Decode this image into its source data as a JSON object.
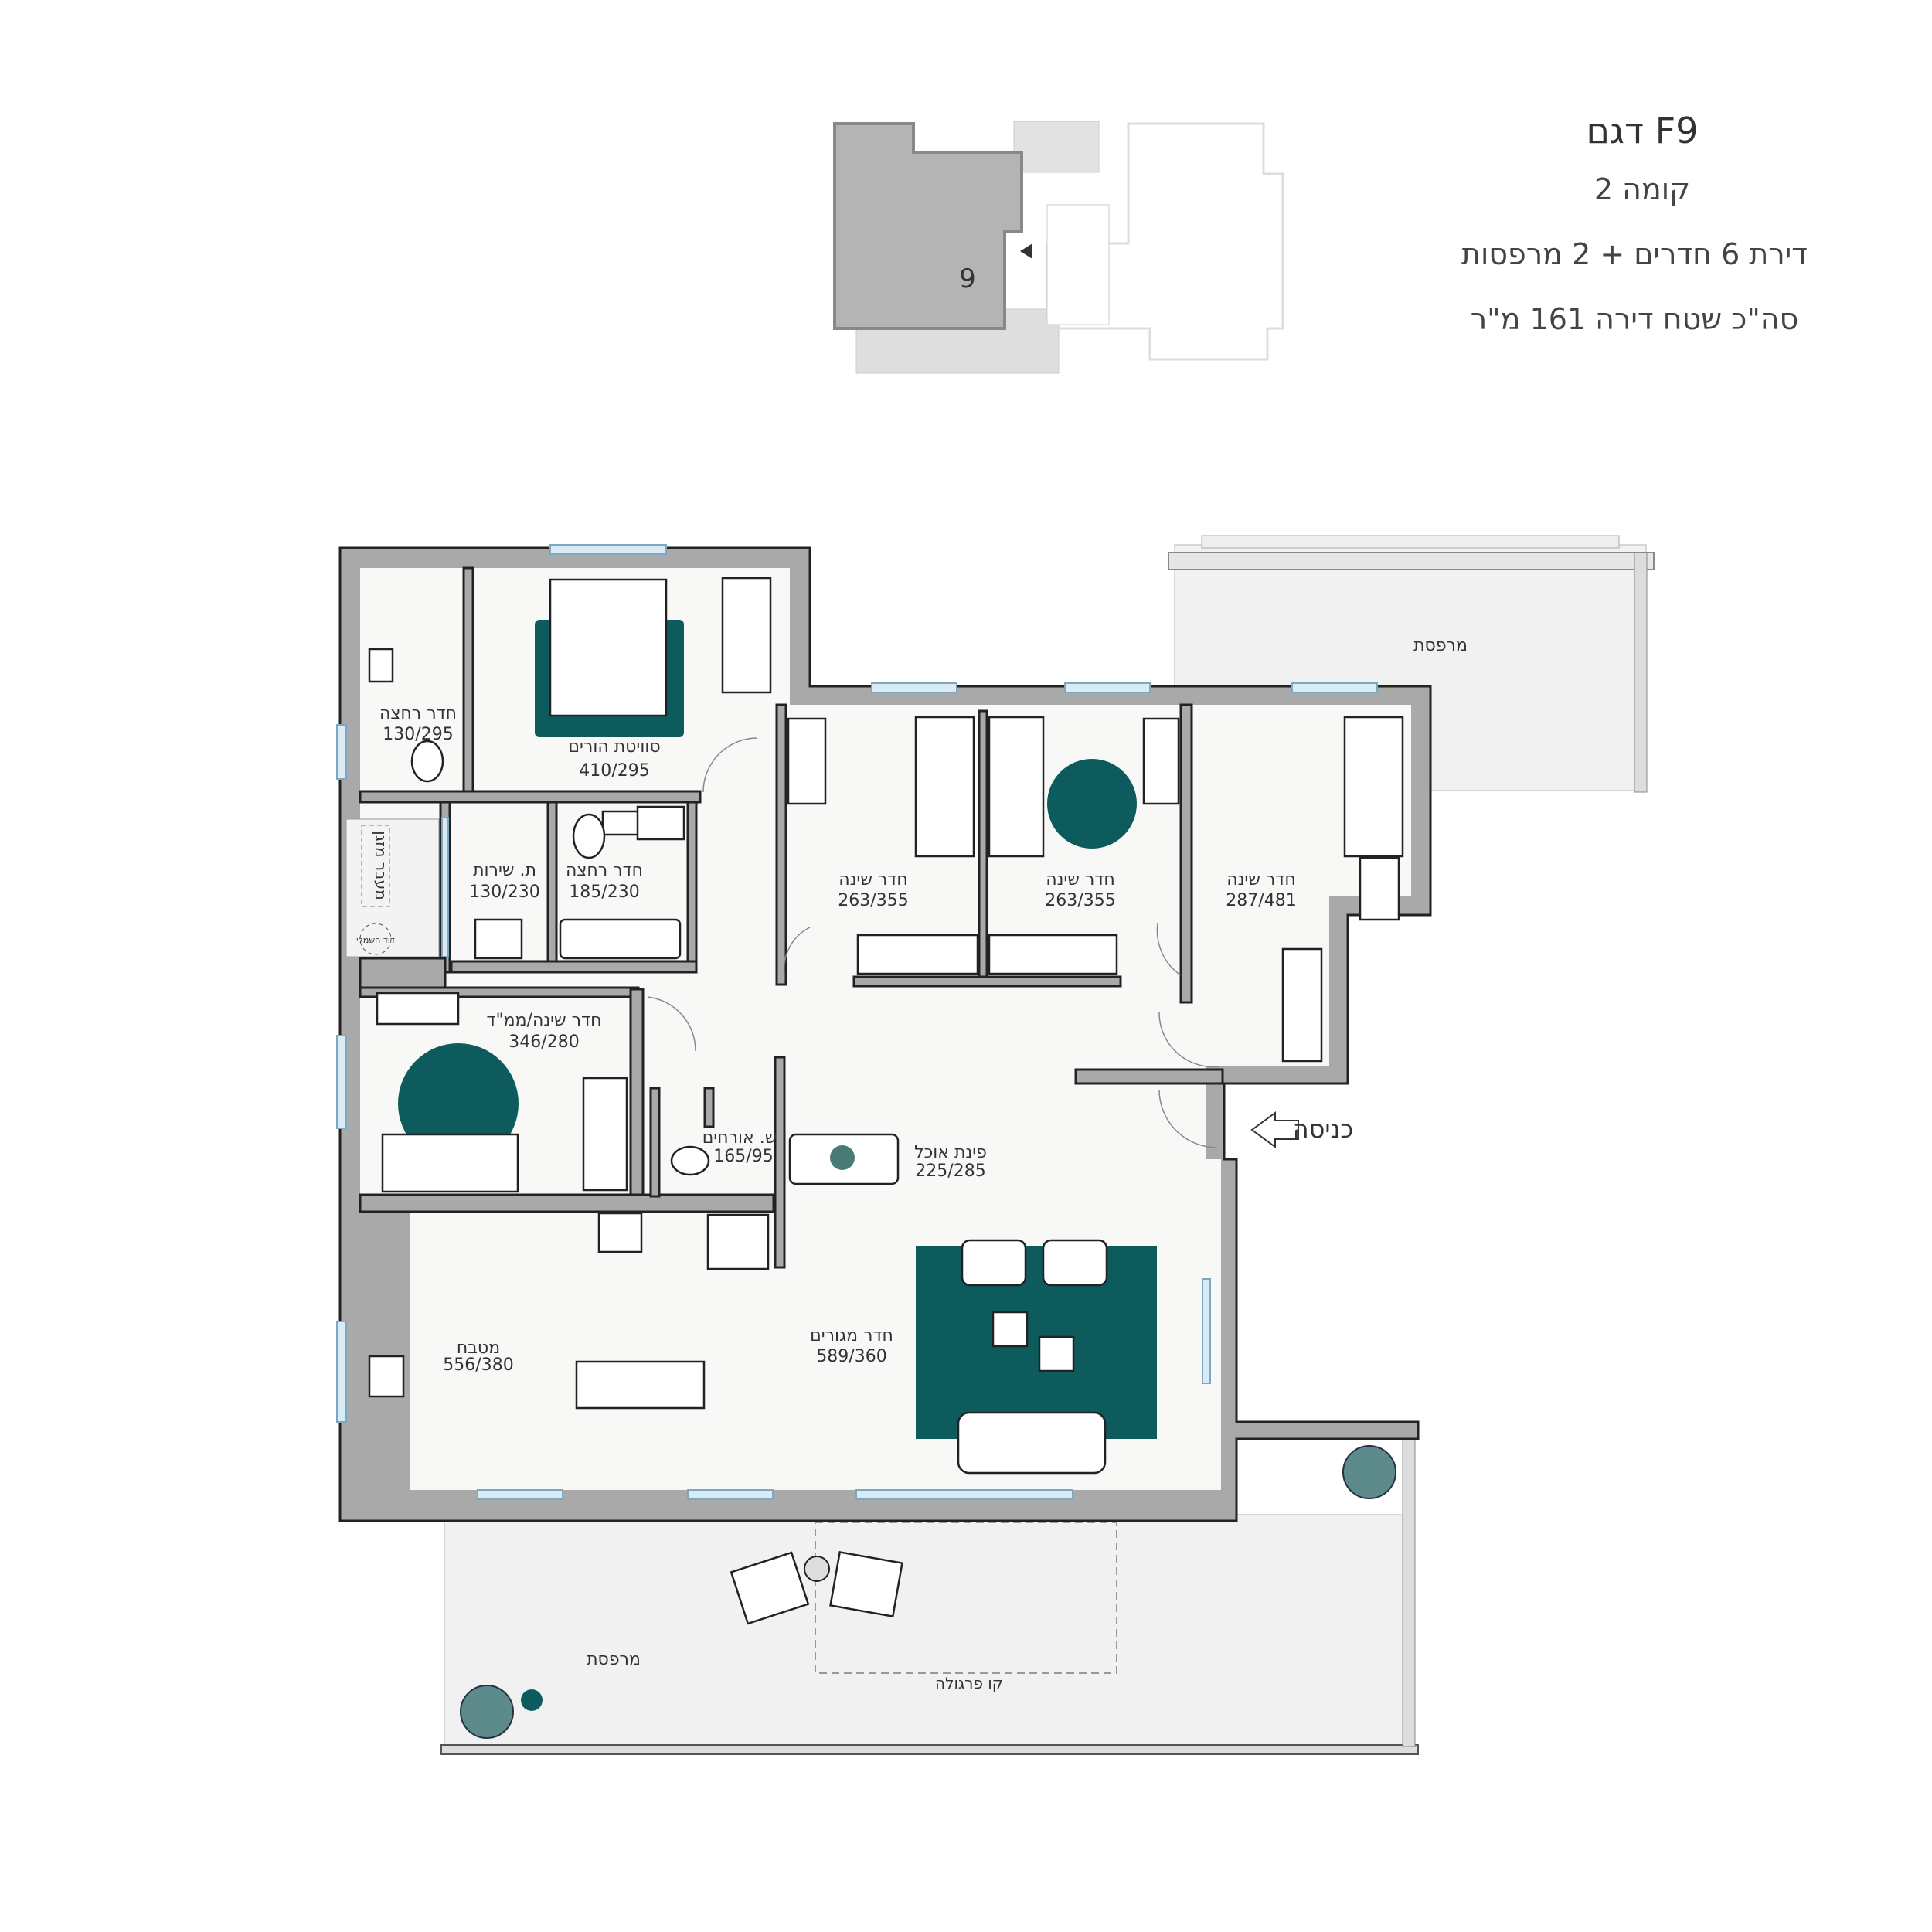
{
  "header": {
    "model": "דגם F9",
    "floor": "קומה 2",
    "description": "דירת 6 חדרים + 2 מרפסות",
    "total_area": "סה\"כ שטח דירה 161 מ\"ר"
  },
  "key_plan": {
    "unit_number": "9"
  },
  "rooms": {
    "bath_master": {
      "name": "חדר רחצה",
      "size": "130/295"
    },
    "master_suite": {
      "name": "סוויטת הורים",
      "size": "410/295"
    },
    "service": {
      "name": "ת. שירות",
      "size": "130/230"
    },
    "bath": {
      "name": "חדר רחצה",
      "size": "185/230"
    },
    "ac_passage": {
      "name": "מעבר מזגן"
    },
    "water_heater": {
      "name": "דוד חשמלי"
    },
    "bedroom1": {
      "name": "חדר שינה",
      "size": "263/355"
    },
    "bedroom2": {
      "name": "חדר שינה",
      "size": "263/355"
    },
    "bedroom3": {
      "name": "חדר שינה",
      "size": "287/481"
    },
    "balcony_top": {
      "name": "מרפסת"
    },
    "safe_room": {
      "name": "חדר שינה/ממ\"ד",
      "size": "346/280"
    },
    "guest_wc": {
      "name": "ש. אורחים",
      "size": "165/95"
    },
    "dining": {
      "name": "פינת אוכל",
      "size": "225/285"
    },
    "entrance": {
      "name": "כניסה"
    },
    "kitchen": {
      "name": "מטבח",
      "size": "556/380"
    },
    "living": {
      "name": "חדר מגורים",
      "size": "589/360"
    },
    "balcony_bottom": {
      "name": "מרפסת"
    },
    "pergola": {
      "name": "קו פרגולה"
    }
  },
  "colors": {
    "accent": "#0d5b5d",
    "wall": "#a9a9a9",
    "floor": "#f8f8f6"
  }
}
